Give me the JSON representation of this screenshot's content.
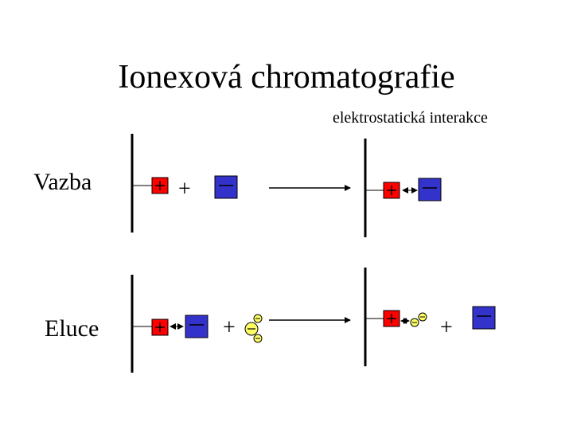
{
  "title": "Ionexová chromatografie",
  "subtitle": "elektrostatická interakce",
  "rows": {
    "binding": {
      "label": "Vazba"
    },
    "elution": {
      "label": "Eluce"
    }
  },
  "symbols": {
    "plus": "+"
  },
  "colors": {
    "cation": "#ff0000",
    "anion": "#3333cc",
    "eluent_ion": "#ffff66",
    "line": "#000000"
  }
}
